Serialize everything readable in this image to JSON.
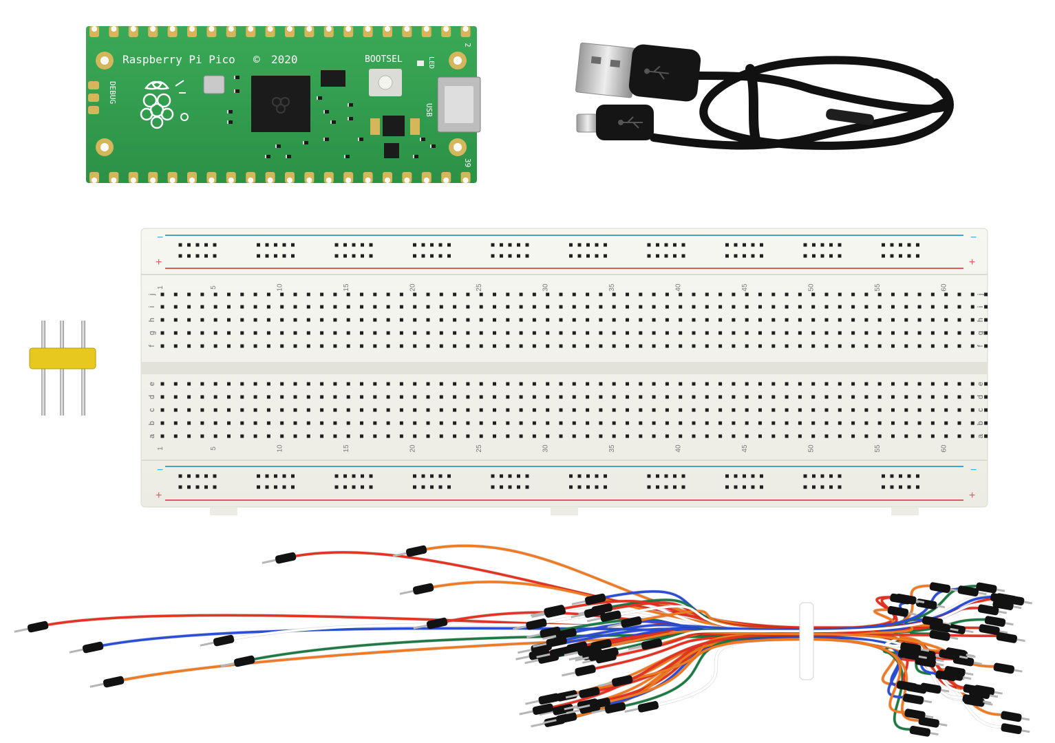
{
  "colors": {
    "pcb": "#2f9e4b",
    "pcb_light": "#4dbb66",
    "gold": "#d6b65a",
    "breadboard": "#f2f2ec",
    "rail_red": "#e05a5a",
    "rail_blue": "#3aa6d8",
    "header_yellow": "#e6c81e",
    "cable_black": "#111111"
  },
  "pico": {
    "name": "Raspberry Pi Pico",
    "year": "2020",
    "copyright_symbol": "©",
    "bootsel": "BOOTSEL",
    "led": "LED",
    "usb": "USB",
    "debug": "DEBUG",
    "pin_top": "2",
    "pin_bottom": "39",
    "chip_icon": "raspberry-logo-icon"
  },
  "breadboard": {
    "column_numbers": [
      "1",
      "5",
      "10",
      "15",
      "20",
      "25",
      "30",
      "35",
      "40",
      "45",
      "50",
      "55",
      "60"
    ],
    "rows_top": [
      "j",
      "i",
      "h",
      "g",
      "f"
    ],
    "rows_bottom": [
      "e",
      "d",
      "c",
      "b",
      "a"
    ],
    "minus": "−",
    "plus": "+"
  },
  "cable": {
    "icon": "usb-icon"
  },
  "header_pins": {
    "count": 3
  },
  "jumper_wires": {
    "colors": [
      "#e53222",
      "#2a4fd6",
      "#f07a22",
      "#ffffff",
      "#1e7a45",
      "#e53222",
      "#f07a22"
    ]
  }
}
